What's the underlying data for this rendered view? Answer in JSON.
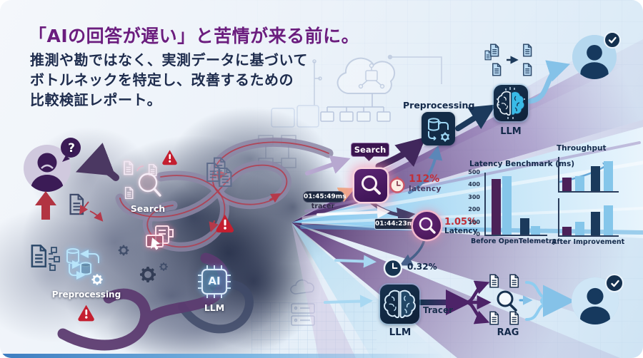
{
  "header": {
    "title": "「AIの回答が遅い」と苦情が来る前に。",
    "subtitle_lines": [
      "推測や勘ではなく、実測データに基づいて",
      "ボトルネックを特定し、改善するための",
      "比較検証レポート。"
    ]
  },
  "mess": {
    "question_mark": "?",
    "search_label": "Search",
    "preprocessing_label": "Preprocessing",
    "ai_chip_text": "AI",
    "llm_label": "LLM"
  },
  "flow": {
    "search_label": "Search",
    "tracer_time": "01:45:49ms",
    "tracer_caption": "tracer",
    "latency_spike_pct": "112%",
    "latency_spike_label": "latency",
    "preprocessing_label": "Preprocessing",
    "llm_top_label": "LLM",
    "trace_time_2": "01:44:23ms",
    "latency_low_pct": "1.05%",
    "latency_low_label": "Latency",
    "latency_tiny_pct": "0.32%",
    "llm_bottom_label": "LLM",
    "tracer_arrow_label": "Tracer",
    "rag_label": "RAG"
  },
  "icons": {
    "magnifier": "search-icon",
    "warning_triangle": "warning-icon",
    "clock": "clock-icon",
    "gear": "gear-icon",
    "brain": "brain-icon",
    "ai_chip": "ai-chip-icon",
    "document": "document-icon",
    "person": "person-icon",
    "check": "check-icon"
  },
  "colors": {
    "title_purple": "#6b1d7e",
    "navy": "#13294a",
    "crimson": "#c12f38",
    "bar_purple": "#4b2158",
    "bar_lightblue": "#85c6ea",
    "bar_navy": "#1b3a5c",
    "ray_purple": "#4a2568",
    "ray_blue": "#8fd0f2"
  },
  "chart_data": [
    {
      "type": "bar",
      "title": "Latency Benchmark (ms)",
      "xlabel": "Before OpenTelemetry",
      "ylabel": "",
      "ylim": [
        0,
        500
      ],
      "yticks": [
        0,
        100,
        200,
        300,
        400,
        500
      ],
      "categories": [
        "bar1",
        "bar2",
        "bar3",
        "bar4"
      ],
      "values": [
        450,
        470,
        130,
        70
      ],
      "colors": [
        "#4b2158",
        "#85c6ea",
        "#1b3a5c",
        "#85c6ea"
      ],
      "grid": false,
      "legend": null
    },
    {
      "type": "bar",
      "title": "Throughput",
      "xlabel": "",
      "ylim": [
        0,
        115
      ],
      "categories": [
        "bar1",
        "bar2",
        "bar3",
        "bar4"
      ],
      "values": [
        45,
        50,
        85,
        100
      ],
      "colors": [
        "#4b2158",
        "#85c6ea",
        "#1b3a5c",
        "#85c6ea"
      ],
      "annotation": "upward curved growth arrow",
      "grid": false
    },
    {
      "type": "bar",
      "title": "",
      "xlabel": "After Improvement",
      "ylim": [
        0,
        125
      ],
      "categories": [
        "bar1",
        "bar2",
        "bar3",
        "bar4"
      ],
      "values": [
        30,
        45,
        80,
        100
      ],
      "colors": [
        "#4b2158",
        "#85c6ea",
        "#1b3a5c",
        "#85c6ea"
      ],
      "grid": false
    }
  ]
}
